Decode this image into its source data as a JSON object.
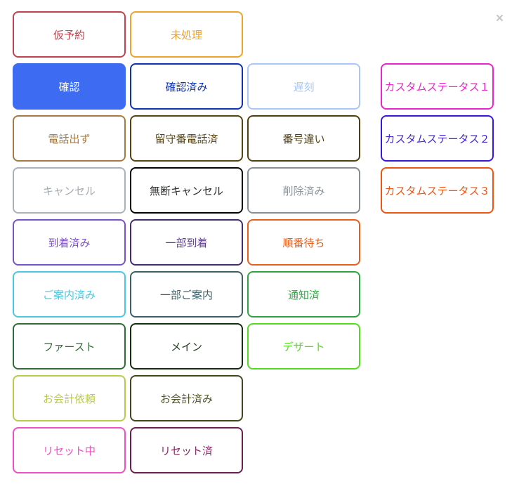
{
  "ui": {
    "background": "#ffffff",
    "close_icon_glyph": "×",
    "close_icon_color": "#c7c7c7"
  },
  "status_picker": {
    "buttons": [
      {
        "id": "provisional-reservation",
        "label": "仮予約",
        "row": 1,
        "col": 1,
        "border": "#c2414e",
        "text": "#c2414e"
      },
      {
        "id": "unprocessed",
        "label": "未処理",
        "row": 1,
        "col": 2,
        "border": "#f0a32b",
        "text": "#f0a32b"
      },
      {
        "id": "confirm",
        "label": "確認",
        "row": 2,
        "col": 1,
        "border": "#3d6cf2",
        "text": "#ffffff",
        "bg": "#3d6cf2"
      },
      {
        "id": "confirmed",
        "label": "確認済み",
        "row": 2,
        "col": 2,
        "border": "#0e32b2",
        "text": "#0e32b2"
      },
      {
        "id": "late",
        "label": "遅刻",
        "row": 2,
        "col": 3,
        "border": "#a9c7f8",
        "text": "#a9c7f8"
      },
      {
        "id": "custom-status-1",
        "label": "カスタムステータス１",
        "row": 2,
        "col": 4,
        "border": "#ea25cb",
        "text": "#ea25cb"
      },
      {
        "id": "no-phone-answer",
        "label": "電話出ず",
        "row": 3,
        "col": 1,
        "border": "#a47b42",
        "text": "#a47b42"
      },
      {
        "id": "voicemail-left",
        "label": "留守番電話済",
        "row": 3,
        "col": 2,
        "border": "#564310",
        "text": "#564310"
      },
      {
        "id": "wrong-number",
        "label": "番号違い",
        "row": 3,
        "col": 3,
        "border": "#504010",
        "text": "#504010"
      },
      {
        "id": "custom-status-2",
        "label": "カスタムステータス２",
        "row": 3,
        "col": 4,
        "border": "#3a17dd",
        "text": "#4527d6"
      },
      {
        "id": "cancel",
        "label": "キャンセル",
        "row": 4,
        "col": 1,
        "border": "#aab1b7",
        "text": "#a3abb3"
      },
      {
        "id": "no-show-cancel",
        "label": "無断キャンセル",
        "row": 4,
        "col": 2,
        "border": "#050505",
        "text": "#2a2e31"
      },
      {
        "id": "deleted",
        "label": "削除済み",
        "row": 4,
        "col": 3,
        "border": "#878e94",
        "text": "#8d959b"
      },
      {
        "id": "custom-status-3",
        "label": "カスタムステータス３",
        "row": 4,
        "col": 4,
        "border": "#ef5512",
        "text": "#ef5512"
      },
      {
        "id": "arrived",
        "label": "到着済み",
        "row": 5,
        "col": 1,
        "border": "#7a52c8",
        "text": "#7a52c8"
      },
      {
        "id": "partially-arrived",
        "label": "一部到着",
        "row": 5,
        "col": 2,
        "border": "#452a6e",
        "text": "#5a3f87"
      },
      {
        "id": "waiting-in-queue",
        "label": "順番待ち",
        "row": 5,
        "col": 3,
        "border": "#e8601c",
        "text": "#e8601c"
      },
      {
        "id": "seated",
        "label": "ご案内済み",
        "row": 6,
        "col": 1,
        "border": "#4bc8e1",
        "text": "#4bc8e1"
      },
      {
        "id": "partially-seated",
        "label": "一部ご案内",
        "row": 6,
        "col": 2,
        "border": "#3d5f67",
        "text": "#3d5f67"
      },
      {
        "id": "notified",
        "label": "通知済",
        "row": 6,
        "col": 3,
        "border": "#30a445",
        "text": "#30a445"
      },
      {
        "id": "first-course",
        "label": "ファースト",
        "row": 7,
        "col": 1,
        "border": "#316b37",
        "text": "#316b37"
      },
      {
        "id": "main-course",
        "label": "メイン",
        "row": 7,
        "col": 2,
        "border": "#142e10",
        "text": "#233a23"
      },
      {
        "id": "dessert",
        "label": "デザート",
        "row": 7,
        "col": 3,
        "border": "#53dd20",
        "text": "#53dd20"
      },
      {
        "id": "check-requested",
        "label": "お会計依頼",
        "row": 8,
        "col": 1,
        "border": "#b9cb49",
        "text": "#b9cb49"
      },
      {
        "id": "check-paid",
        "label": "お会計済み",
        "row": 8,
        "col": 2,
        "border": "#45481f",
        "text": "#4e5223"
      },
      {
        "id": "resetting",
        "label": "リセット中",
        "row": 9,
        "col": 1,
        "border": "#f050c7",
        "text": "#f050c7"
      },
      {
        "id": "reset-done",
        "label": "リセット済",
        "row": 9,
        "col": 2,
        "border": "#6b1f50",
        "text": "#8a2963"
      }
    ]
  }
}
